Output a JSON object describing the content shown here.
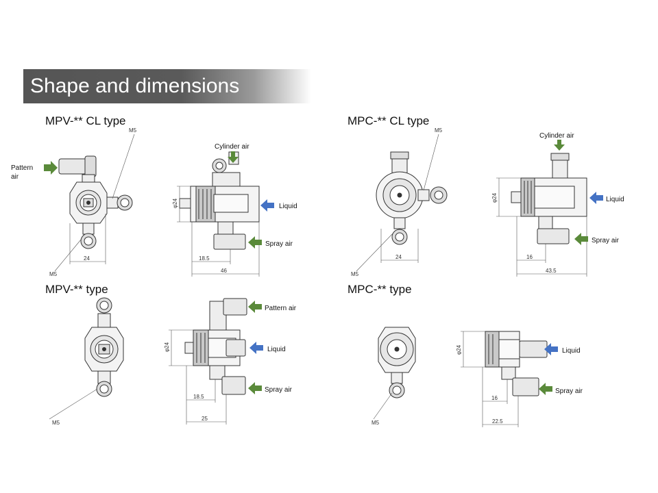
{
  "header": {
    "title": "Shape and dimensions"
  },
  "colors": {
    "air_arrow": "#5a8a3a",
    "liquid_arrow": "#4472c4"
  },
  "sections": [
    {
      "id": "mpv-cl",
      "title": "MPV-** CL type",
      "labels": {
        "pattern_air": "Pattern\nair",
        "cylinder_air": "Cylinder air",
        "liquid": "Liquid",
        "spray_air": "Spray air"
      },
      "dims": {
        "thread_top": "M5",
        "thread_bottom": "M5",
        "width_front": "24",
        "diameter": "φ24",
        "offset": "18.5",
        "length": "46"
      }
    },
    {
      "id": "mpc-cl",
      "title": "MPC-** CL type",
      "labels": {
        "cylinder_air": "Cylinder air",
        "liquid": "Liquid",
        "spray_air": "Spray air"
      },
      "dims": {
        "thread_top": "M5",
        "thread_bottom": "M5",
        "width_front": "24",
        "diameter": "φ24",
        "offset": "16",
        "length": "43.5"
      }
    },
    {
      "id": "mpv",
      "title": "MPV-** type",
      "labels": {
        "pattern_air": "Pattern air",
        "liquid": "Liquid",
        "spray_air": "Spray air"
      },
      "dims": {
        "thread_bottom": "M5",
        "diameter": "φ24",
        "offset": "18.5",
        "length": "25"
      }
    },
    {
      "id": "mpc",
      "title": "MPC-** type",
      "labels": {
        "liquid": "Liquid",
        "spray_air": "Spray air"
      },
      "dims": {
        "thread_bottom": "M5",
        "diameter": "φ24",
        "offset": "16",
        "length": "22.5"
      }
    }
  ]
}
